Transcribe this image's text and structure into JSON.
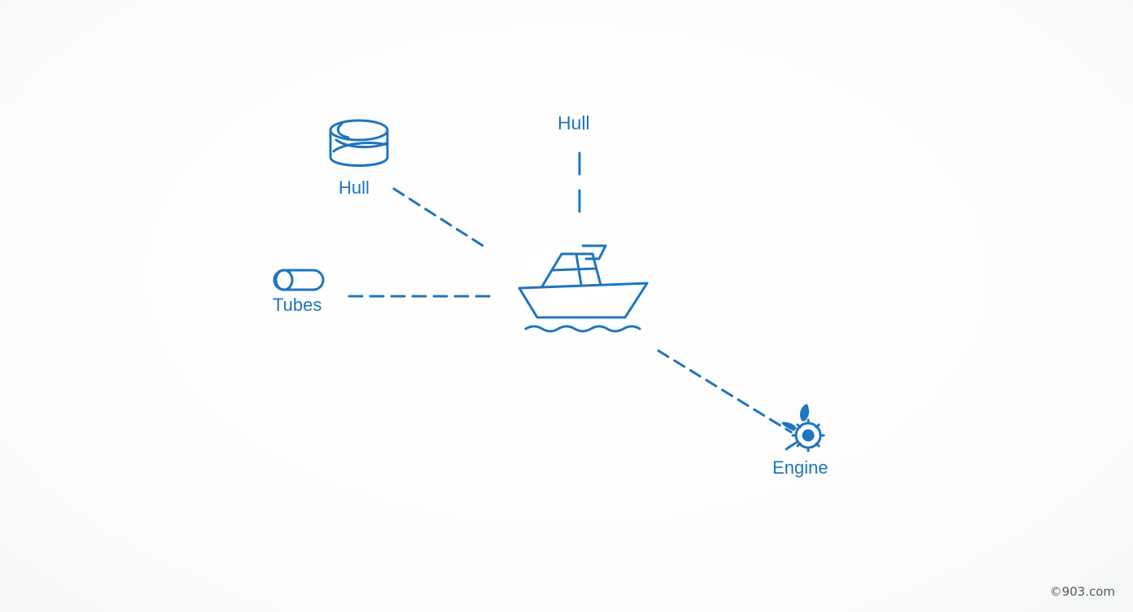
{
  "colors": {
    "accent": "#1f75bf",
    "background": "#fdfefd"
  },
  "nodes": {
    "hub": {
      "icon": "boat-icon"
    },
    "hull_left": {
      "label": "Hull",
      "icon": "coil-hull-icon"
    },
    "hull_top": {
      "label": "Hull"
    },
    "tubes": {
      "label": "Tubes",
      "icon": "tube-icon"
    },
    "engine": {
      "label": "Engine",
      "icon": "gear-engine-icon"
    }
  },
  "watermark": "©903.com"
}
